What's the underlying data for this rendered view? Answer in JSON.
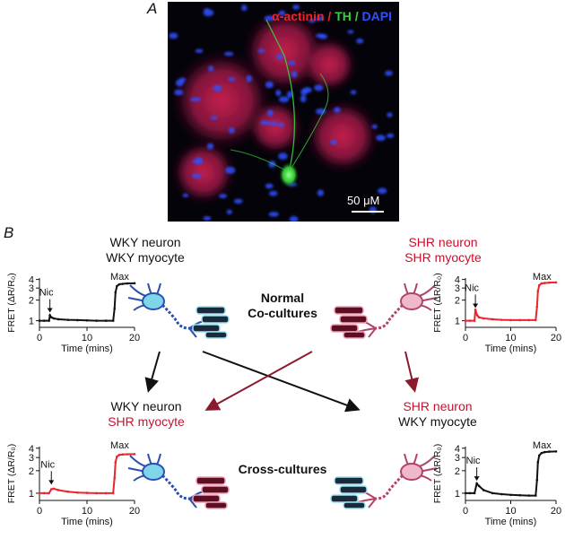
{
  "panel_a": {
    "letter": "A",
    "legend": {
      "a": "α-actinin",
      "sep1": " / ",
      "b": "TH",
      "sep2": " / ",
      "c": "DAPI"
    },
    "scale_bar": "50 μM",
    "colors": {
      "actinin": "#e8262e",
      "th": "#38d038",
      "dapi": "#3050ff"
    }
  },
  "panel_b": {
    "letter": "B",
    "top_left": {
      "line1": "WKY neuron",
      "line2": "WKY myocyte"
    },
    "top_right": {
      "line1": "SHR neuron",
      "line2": "SHR myocyte"
    },
    "bottom_left": {
      "line1": "WKY neuron",
      "line2": "SHR myocyte"
    },
    "bottom_right": {
      "line1": "SHR neuron",
      "line2": "WKY myocyte"
    },
    "normal_label": {
      "line1": "Normal",
      "line2": "Co-cultures"
    },
    "cross_label": "Cross-cultures",
    "colors": {
      "wky": "#111111",
      "shr": "#c8102e",
      "shr_arrow": "#8b1a2e",
      "neuron_wky": "#2a4fb0",
      "neuron_shr": "#b0456a"
    }
  },
  "chart_data": [
    {
      "type": "line",
      "id": "wky-wky",
      "xlabel": "Time (mins)",
      "ylabel": "FRET (ΔR/R₀)",
      "xticks": [
        0,
        10,
        20
      ],
      "yticks": [
        1,
        2,
        3,
        4
      ],
      "xlim": [
        0,
        20
      ],
      "ylim": [
        0.8,
        4.2
      ],
      "y_scale": "log",
      "color": "#111111",
      "annotations": [
        {
          "text": "Nic",
          "x": 2.2,
          "y": 1.2
        },
        {
          "text": "Max",
          "x": 16.5,
          "y": 3.5
        }
      ],
      "x": [
        0,
        1,
        2,
        2.2,
        2.5,
        3,
        4,
        6,
        8,
        10,
        12,
        14,
        15.5,
        15.8,
        16,
        16.3,
        16.8,
        17.5,
        18.5,
        20
      ],
      "y": [
        1,
        1,
        1,
        1.2,
        1.12,
        1.08,
        1.05,
        1.03,
        1.02,
        1.01,
        1.0,
        1.0,
        1.0,
        1.5,
        2.6,
        3.2,
        3.4,
        3.45,
        3.5,
        3.52
      ]
    },
    {
      "type": "line",
      "id": "shr-shr",
      "xlabel": "Time (mins)",
      "ylabel": "FRET (ΔR/R₀)",
      "xticks": [
        0,
        10,
        20
      ],
      "yticks": [
        1,
        2,
        3,
        4
      ],
      "xlim": [
        0,
        20
      ],
      "ylim": [
        0.8,
        4.2
      ],
      "y_scale": "log",
      "color": "#e8262e",
      "annotations": [
        {
          "text": "Nic",
          "x": 2.2,
          "y": 1.4
        },
        {
          "text": "Max",
          "x": 16.5,
          "y": 3.6
        }
      ],
      "x": [
        0,
        1,
        2,
        2.2,
        2.6,
        3,
        4,
        6,
        8,
        10,
        12,
        14,
        15.5,
        15.8,
        16,
        16.3,
        16.8,
        17.5,
        18.5,
        20
      ],
      "y": [
        1,
        1,
        1,
        1.45,
        1.2,
        1.12,
        1.08,
        1.05,
        1.03,
        1.02,
        1.02,
        1.02,
        1.02,
        1.6,
        2.7,
        3.3,
        3.5,
        3.55,
        3.6,
        3.62
      ]
    },
    {
      "type": "line",
      "id": "wky-shr",
      "xlabel": "Time (mins)",
      "ylabel": "FRET (ΔR/R₀)",
      "xticks": [
        0,
        10,
        20
      ],
      "yticks": [
        1,
        2,
        3,
        4
      ],
      "xlim": [
        0,
        20
      ],
      "ylim": [
        0.8,
        4.2
      ],
      "y_scale": "log",
      "color": "#e8262e",
      "annotations": [
        {
          "text": "Nic",
          "x": 2.5,
          "y": 1.2
        },
        {
          "text": "Max",
          "x": 16.5,
          "y": 3.3
        }
      ],
      "x": [
        0,
        1,
        2,
        2.5,
        3,
        4,
        6,
        8,
        10,
        12,
        14,
        15.5,
        15.8,
        16,
        16.3,
        16.8,
        17.5,
        18.5,
        20
      ],
      "y": [
        1,
        1,
        1,
        1.13,
        1.15,
        1.1,
        1.05,
        1.02,
        1.01,
        1.0,
        1.0,
        1.0,
        1.6,
        2.6,
        3.1,
        3.25,
        3.3,
        3.32,
        3.33
      ]
    },
    {
      "type": "line",
      "id": "shr-wky",
      "xlabel": "Time (mins)",
      "ylabel": "FRET (ΔR/R₀)",
      "xticks": [
        0,
        10,
        20
      ],
      "yticks": [
        1,
        2,
        3,
        4
      ],
      "xlim": [
        0,
        20
      ],
      "ylim": [
        0.8,
        4.2
      ],
      "y_scale": "log",
      "color": "#111111",
      "annotations": [
        {
          "text": "Nic",
          "x": 2.5,
          "y": 1.35
        },
        {
          "text": "Max",
          "x": 16.5,
          "y": 3.6
        }
      ],
      "x": [
        0,
        1,
        2,
        2.5,
        3,
        4,
        6,
        8,
        10,
        12,
        14,
        15.5,
        15.8,
        16,
        16.3,
        16.8,
        17.5,
        18.5,
        20
      ],
      "y": [
        1,
        1,
        1,
        1.35,
        1.25,
        1.1,
        1.0,
        0.97,
        0.95,
        0.94,
        0.93,
        0.93,
        1.5,
        2.6,
        3.2,
        3.45,
        3.55,
        3.6,
        3.62
      ]
    }
  ]
}
